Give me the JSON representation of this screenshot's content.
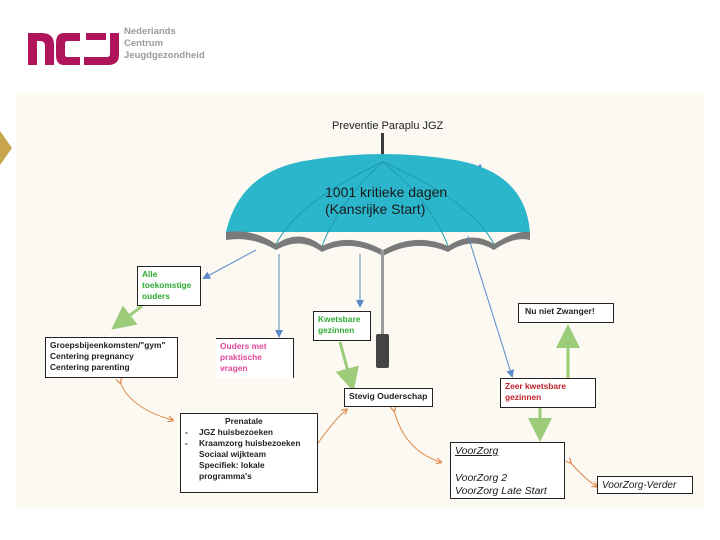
{
  "logo": {
    "lines": [
      "Nederlands",
      "Centrum",
      "Jeugdgezondheid"
    ],
    "colors": {
      "mark": "#b0155c",
      "text": "#9a9a9a"
    }
  },
  "diagram": {
    "title": "Preventie Paraplu JGZ",
    "umbrella_text": [
      "1001 kritieke dagen",
      "(Kansrijke Start)"
    ],
    "boxes": {
      "alle_ouders": "Alle toekomstige ouders",
      "groep": [
        "Groepsbijeenkomsten/\"gym\"",
        "Centering pregnancy",
        "Centering parenting"
      ],
      "praktische": "Ouders met praktische vragen",
      "kwetsbare": "Kwetsbare gezinnen",
      "stevig": "Stevig Ouderschap",
      "prenatale_title": "Prenatale",
      "prenatale_items": [
        "JGZ huisbezoeken",
        "Kraamzorg huisbezoeken",
        "Sociaal wijkteam",
        "Specifiek: lokale programma's"
      ],
      "zeer_kwetsbare": "Zeer kwetsbare gezinnen",
      "nu_niet_zwanger": "Nu niet Zwanger!",
      "voorzorg_title": "VoorZorg",
      "voorzorg_items": [
        "VoorZorg 2",
        "VoorZorg Late Start"
      ],
      "voorzorg_verder": "VoorZorg-Verder"
    },
    "colors": {
      "umbrella": "#2bb6cc",
      "green": "#2eaa33",
      "red": "#c0202a",
      "pink": "#e0489a",
      "arrow_blue": "#5b8ac8",
      "arrow_green": "#9ccc7a",
      "arrow_orange": "#e0884a"
    }
  }
}
